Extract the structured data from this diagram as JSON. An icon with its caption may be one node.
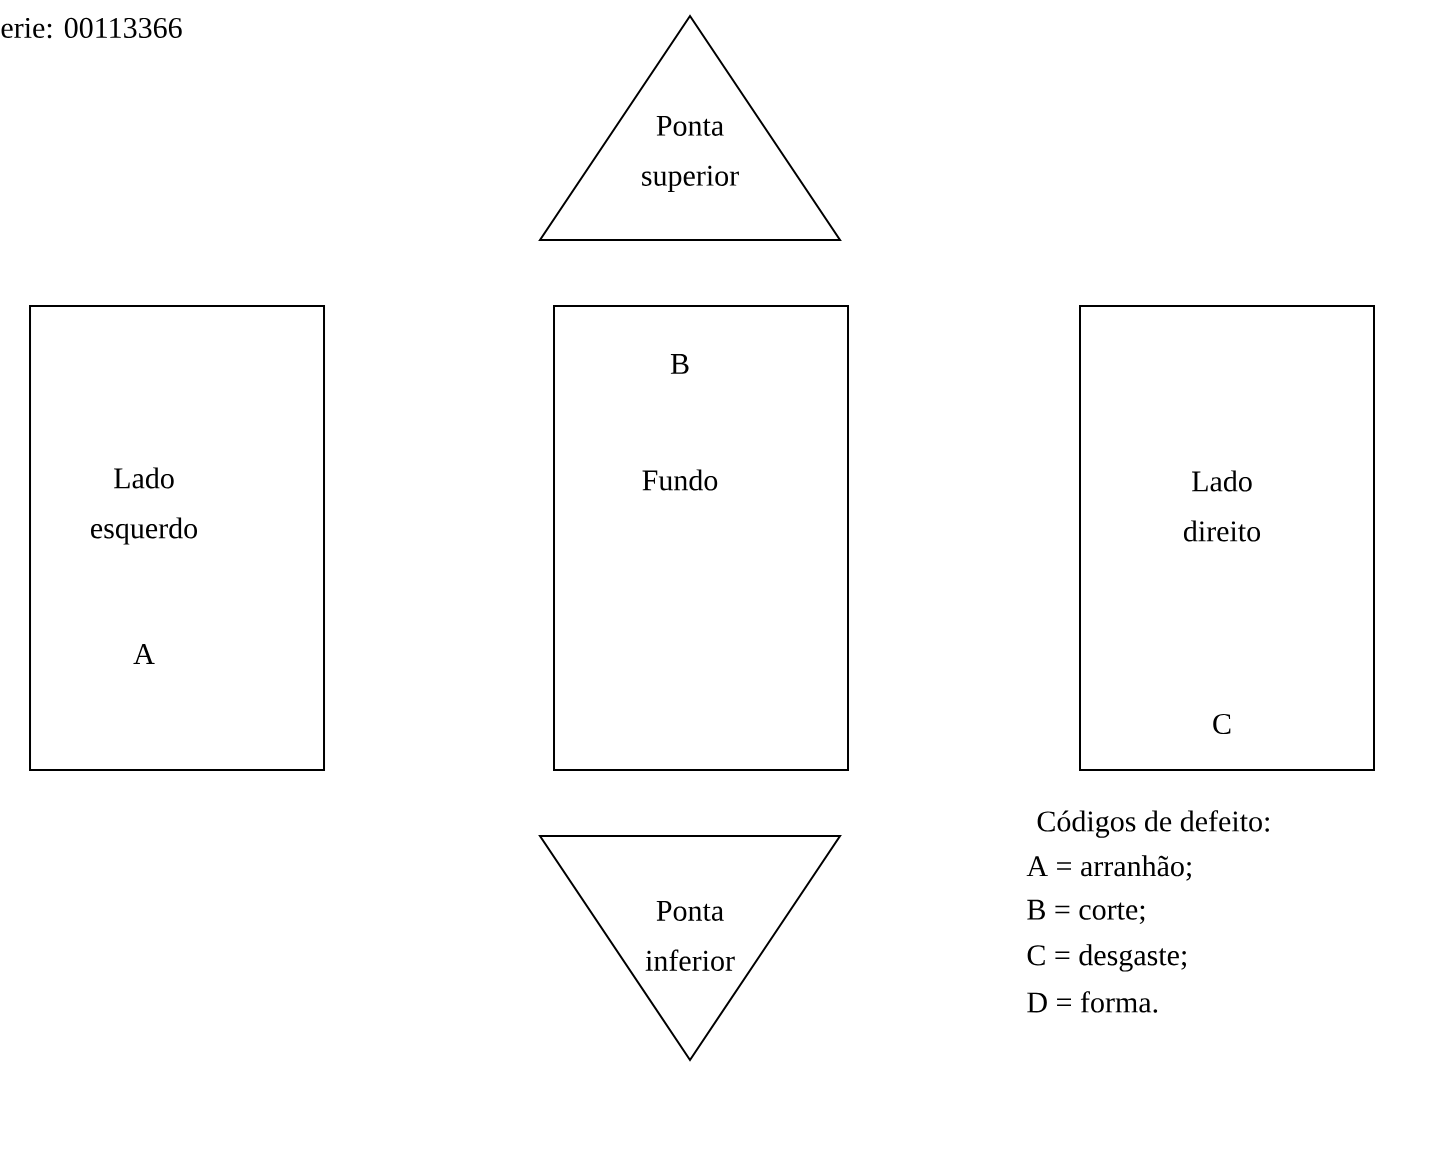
{
  "diagram": {
    "nodes": [
      {
        "text": [
          "Ponta superior"
        ]
      },
      {
        "text": [
          "Lado esquerdo",
          "A"
        ]
      },
      {
        "text": [
          "B",
          "Fundo"
        ]
      },
      {
        "text": [
          "Lado direito",
          "C"
        ]
      },
      {
        "text": [
          "Ponta inferior"
        ]
      }
    ],
    "labels": [
      "erie: 00113366",
      "Códigos de defeito:",
      "A = arranhão;",
      "B = corte;",
      "C = desgaste;",
      "D = forma."
    ]
  }
}
